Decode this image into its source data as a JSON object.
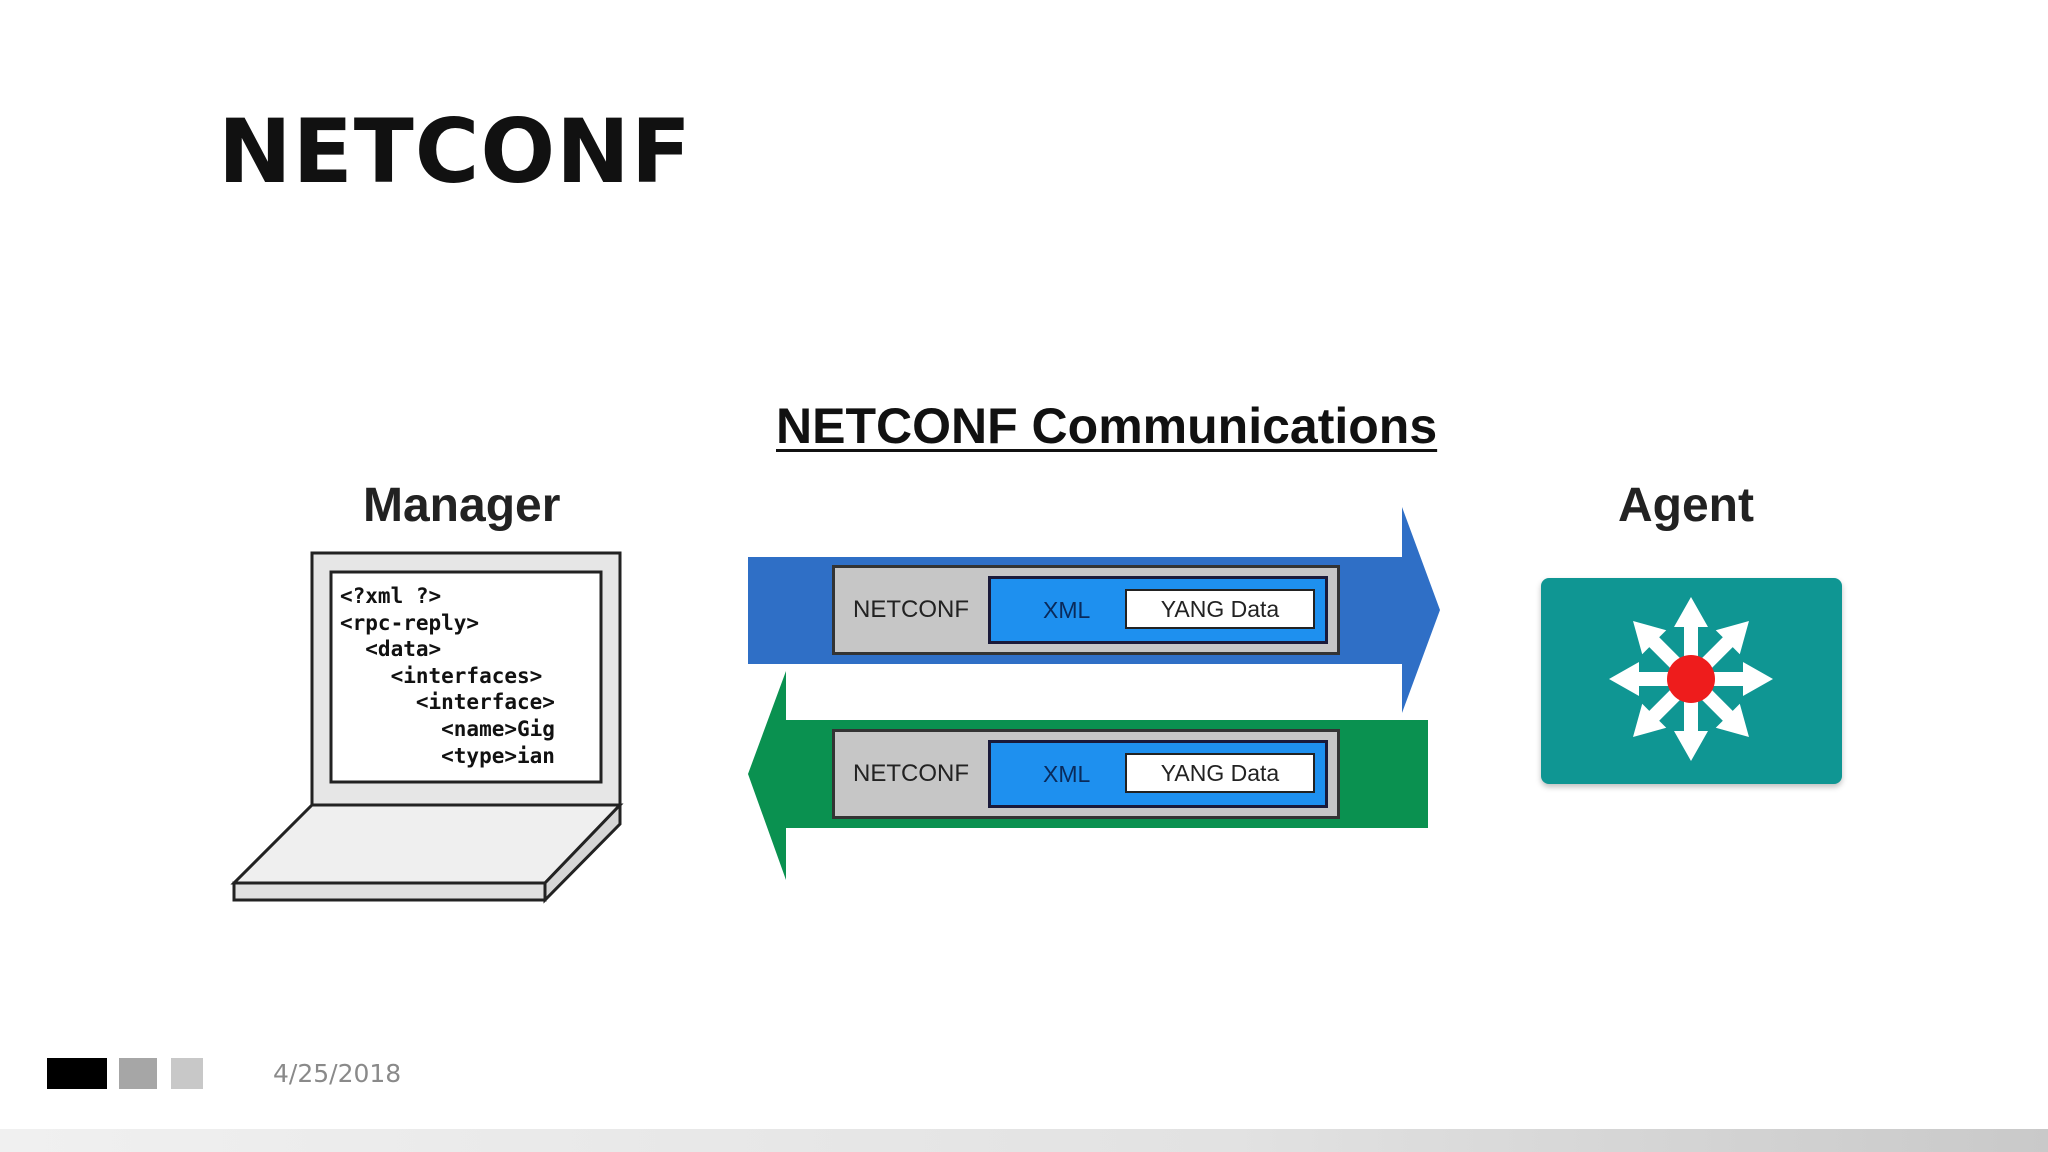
{
  "slide": {
    "title": "NETCONF",
    "date": "4/25/2018"
  },
  "diagram": {
    "title": "NETCONF Communications",
    "manager_label": "Manager",
    "agent_label": "Agent",
    "code_lines": [
      "<?xml ?>",
      "<rpc-reply>",
      "  <data>",
      "    <interfaces>",
      "      <interface>",
      "        <name>Gig",
      "        <type>ian"
    ],
    "messages": [
      {
        "direction": "to-agent",
        "netconf": "NETCONF",
        "xml": "XML",
        "yang": "YANG Data"
      },
      {
        "direction": "to-manager",
        "netconf": "NETCONF",
        "xml": "XML",
        "yang": "YANG Data"
      }
    ],
    "colors": {
      "request_arrow": "#2f6fc6",
      "reply_arrow": "#0a9150",
      "xml_box": "#1e90ef",
      "agent_tile": "#0f9693",
      "agent_core": "#ee1c1c"
    },
    "icons": {
      "manager": "laptop-icon",
      "agent": "network-switch-icon"
    }
  }
}
